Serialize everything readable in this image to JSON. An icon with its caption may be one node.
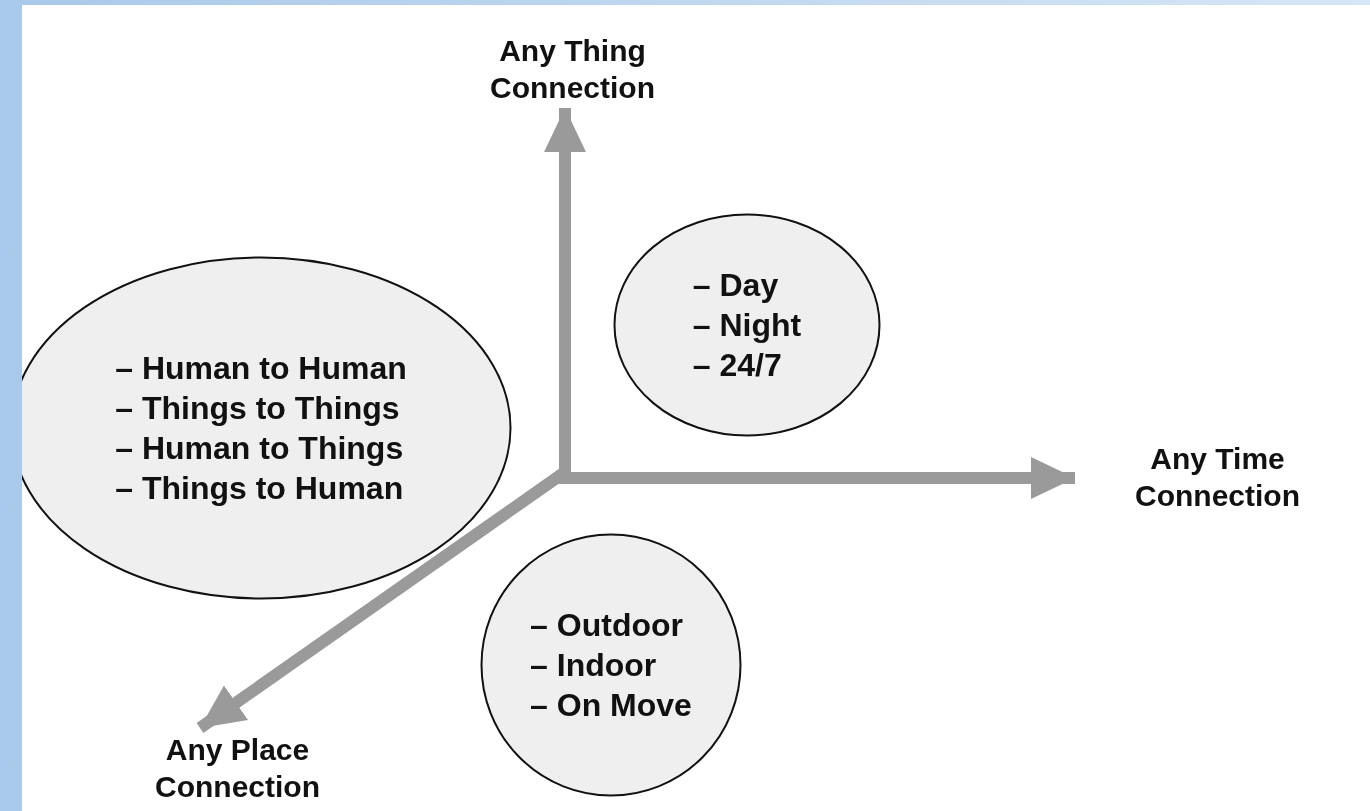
{
  "diagram": {
    "nodes": [
      {
        "text": [
          "Any Thing Connection"
        ]
      },
      {
        "text": [
          "– Human to Human",
          "– Things to Things",
          "– Human to Things",
          "– Things to Human"
        ]
      },
      {
        "text": [
          "– Day",
          "– Night",
          "– 24/7"
        ]
      },
      {
        "text": [
          "Any Time Connection"
        ]
      },
      {
        "text": [
          "– Outdoor",
          "– Indoor",
          "– On Move"
        ]
      },
      {
        "text": [
          "Any Place Connection"
        ]
      }
    ],
    "edges": [
      {
        "from": null,
        "to": 0,
        "arrow": "to"
      },
      {
        "from": null,
        "to": 3,
        "arrow": "to"
      },
      {
        "from": null,
        "to": 5,
        "arrow": "to"
      }
    ]
  }
}
